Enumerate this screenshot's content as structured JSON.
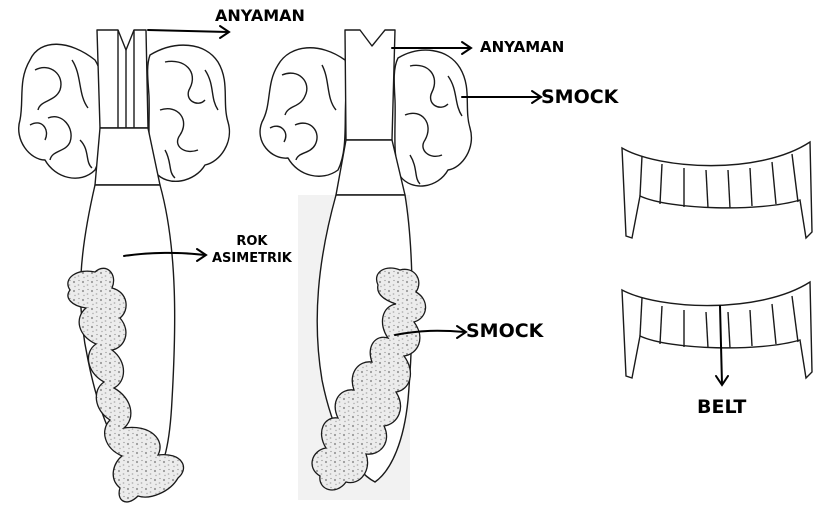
{
  "labels": {
    "anyaman_front": "ANYAMAN",
    "anyaman_back": "ANYAMAN",
    "smock_sleeve": "SMOCK",
    "rok_line1": "ROK",
    "rok_line2": "ASIMETRIK",
    "smock_skirt": "SMOCK",
    "belt": "BELT"
  },
  "colors": {
    "line": "#1a1a1a",
    "smock_fill": "#e9e9e9",
    "back_panel": "#f2f2f2"
  }
}
